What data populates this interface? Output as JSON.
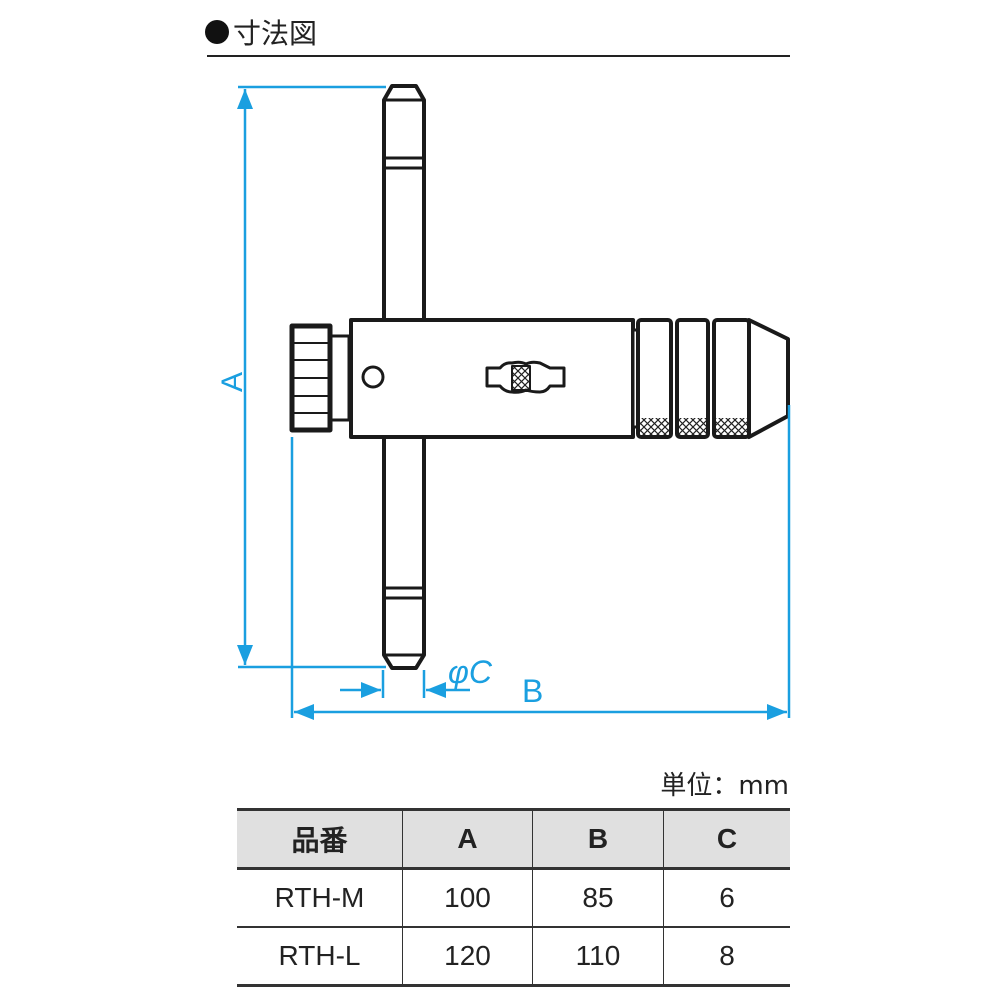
{
  "title": "寸法図",
  "colors": {
    "dimension": "#1a9fe0",
    "line": "#1a1a1a",
    "header_bg": "#e0e0e0"
  },
  "dimension_labels": {
    "a": "A",
    "b": "B",
    "c": "φC"
  },
  "unit": "単位：mm",
  "table": {
    "headers": [
      "品番",
      "A",
      "B",
      "C"
    ],
    "rows": [
      [
        "RTH-M",
        "100",
        "85",
        "6"
      ],
      [
        "RTH-L",
        "120",
        "110",
        "8"
      ]
    ]
  }
}
